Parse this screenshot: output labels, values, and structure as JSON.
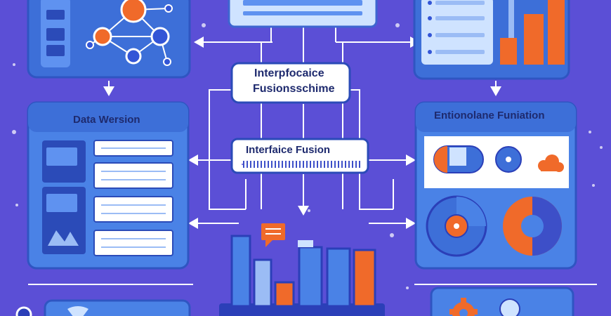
{
  "center": {
    "box_top_line1": "Interpfocaice",
    "box_top_line2": "Fusionsschime",
    "box_mid": "Interfaice Fusion"
  },
  "panels": {
    "left_title": "Data Wersion",
    "right_title": "Entionolane Funiation"
  },
  "colors": {
    "background": "#5b4fd6",
    "panel_blue": "#4a82e6",
    "panel_light": "#cfe3ff",
    "accent_orange": "#f06a2a",
    "dark_blue": "#2b3fb8",
    "white": "#ffffff"
  },
  "icons": [
    "network-icon",
    "list-icon",
    "bar-chart-icon",
    "pie-chart-icon",
    "gear-icon",
    "chat-icon",
    "cloud-icon",
    "mountain-icon"
  ]
}
